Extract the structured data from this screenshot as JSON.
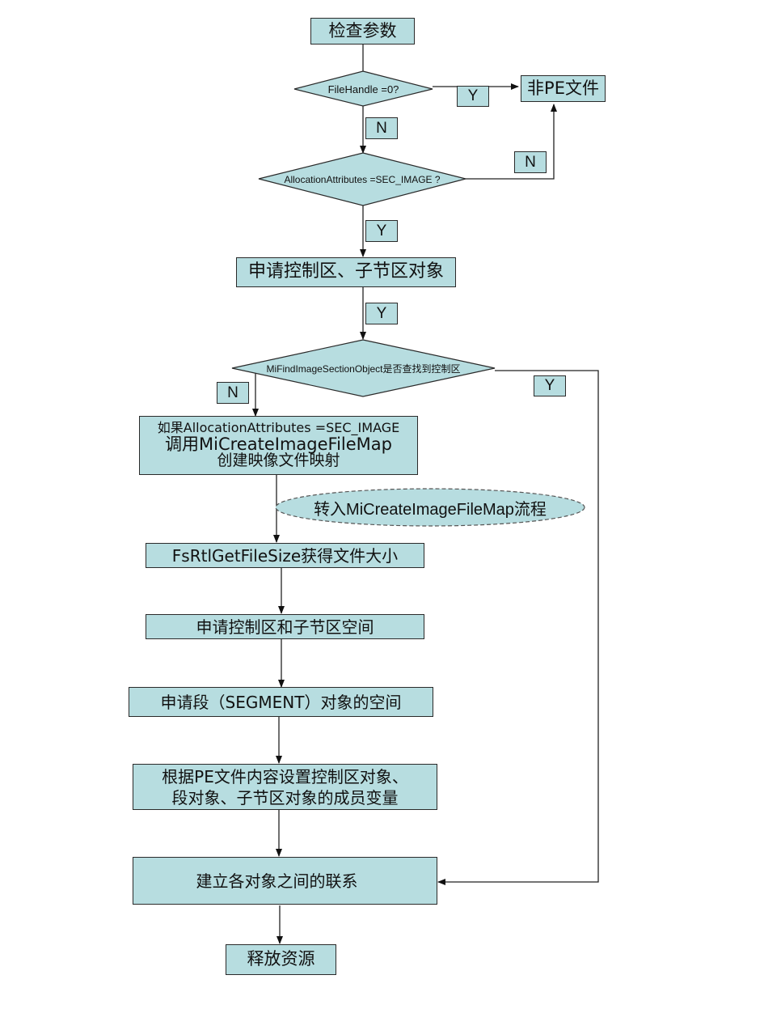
{
  "colors": {
    "fill": "#b7dde0",
    "stroke": "#2a2a2a",
    "background": "#ffffff"
  },
  "nodes": {
    "check_params": "检查参数",
    "filehandle_decision": "FileHandle =0?",
    "not_pe": "非PE文件",
    "alloc_decision": "AllocationAttributes =SEC_IMAGE ?",
    "alloc_objects": "申请控制区、子节区对象",
    "find_decision": "MiFindImageSectionObject是否查找到控制区",
    "create_map_line1": "如果AllocationAttributes =SEC_IMAGE",
    "create_map_line2": "调用MiCreateImageFileMap",
    "create_map_line3": "创建映像文件映射",
    "goto_flow": "转入MiCreateImageFileMap流程",
    "get_file_size": "FsRtlGetFileSize获得文件大小",
    "alloc_space": "申请控制区和子节区空间",
    "alloc_segment": "申请段（SEGMENT）对象的空间",
    "set_members_line1": "根据PE文件内容设置控制区对象、",
    "set_members_line2": "段对象、子节区对象的成员变量",
    "link_objects": "建立各对象之间的联系",
    "release": "释放资源"
  },
  "edge_labels": {
    "fh_yes": "Y",
    "fh_no": "N",
    "alloc_no": "N",
    "alloc_yes": "Y",
    "objects_yes": "Y",
    "find_no": "N",
    "find_yes": "Y"
  }
}
